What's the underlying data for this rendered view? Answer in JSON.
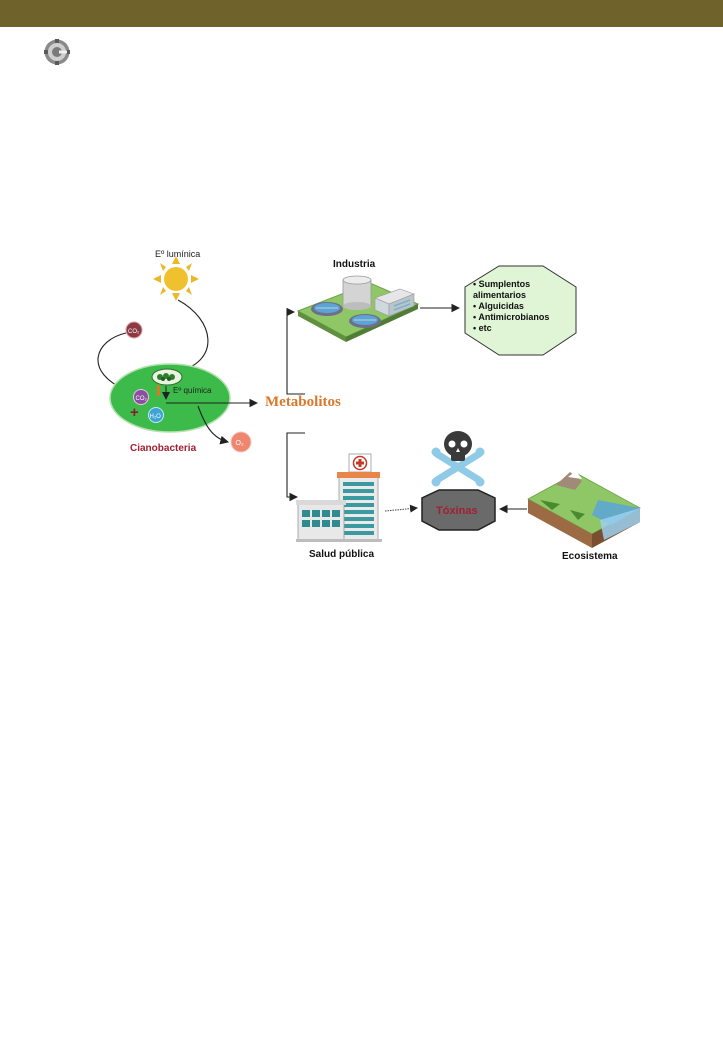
{
  "colors": {
    "top_bar": "#6f622b",
    "cell": "#3dbb4a",
    "cell_label": "#a32032",
    "metabolitos": "#d9782a",
    "toxinas_label": "#a32032",
    "products_fill": "#dff5d6",
    "toxin_fill": "#6a6a6a",
    "skull": "#3a3a3a",
    "bones": "#8fcbe6"
  },
  "icons": {
    "logo": "gear-logo-icon",
    "sun": "sun-icon",
    "industry": "industry-plant-icon",
    "hospital": "hospital-icon",
    "skull": "skull-crossbones-icon",
    "ecosystem": "ecosystem-landscape-icon"
  },
  "diagram": {
    "sun_label": "Eº lumínica",
    "co2_outside": "CO₂",
    "chem_label": "Eº química",
    "co2_inside": "CO₂",
    "plus": "+",
    "h2o": "H₂O",
    "o2": "O₂",
    "cell_label": "Cianobacteria",
    "metabolitos": "Metabolitos",
    "industria": "Industria",
    "products": [
      "• Sumplentos",
      "alimentarios",
      "• Alguicidas",
      "• Antimicrobianos",
      "• etc"
    ],
    "toxinas": "Tóxinas",
    "salud": "Salud pública",
    "ecosistema": "Ecosistema"
  }
}
